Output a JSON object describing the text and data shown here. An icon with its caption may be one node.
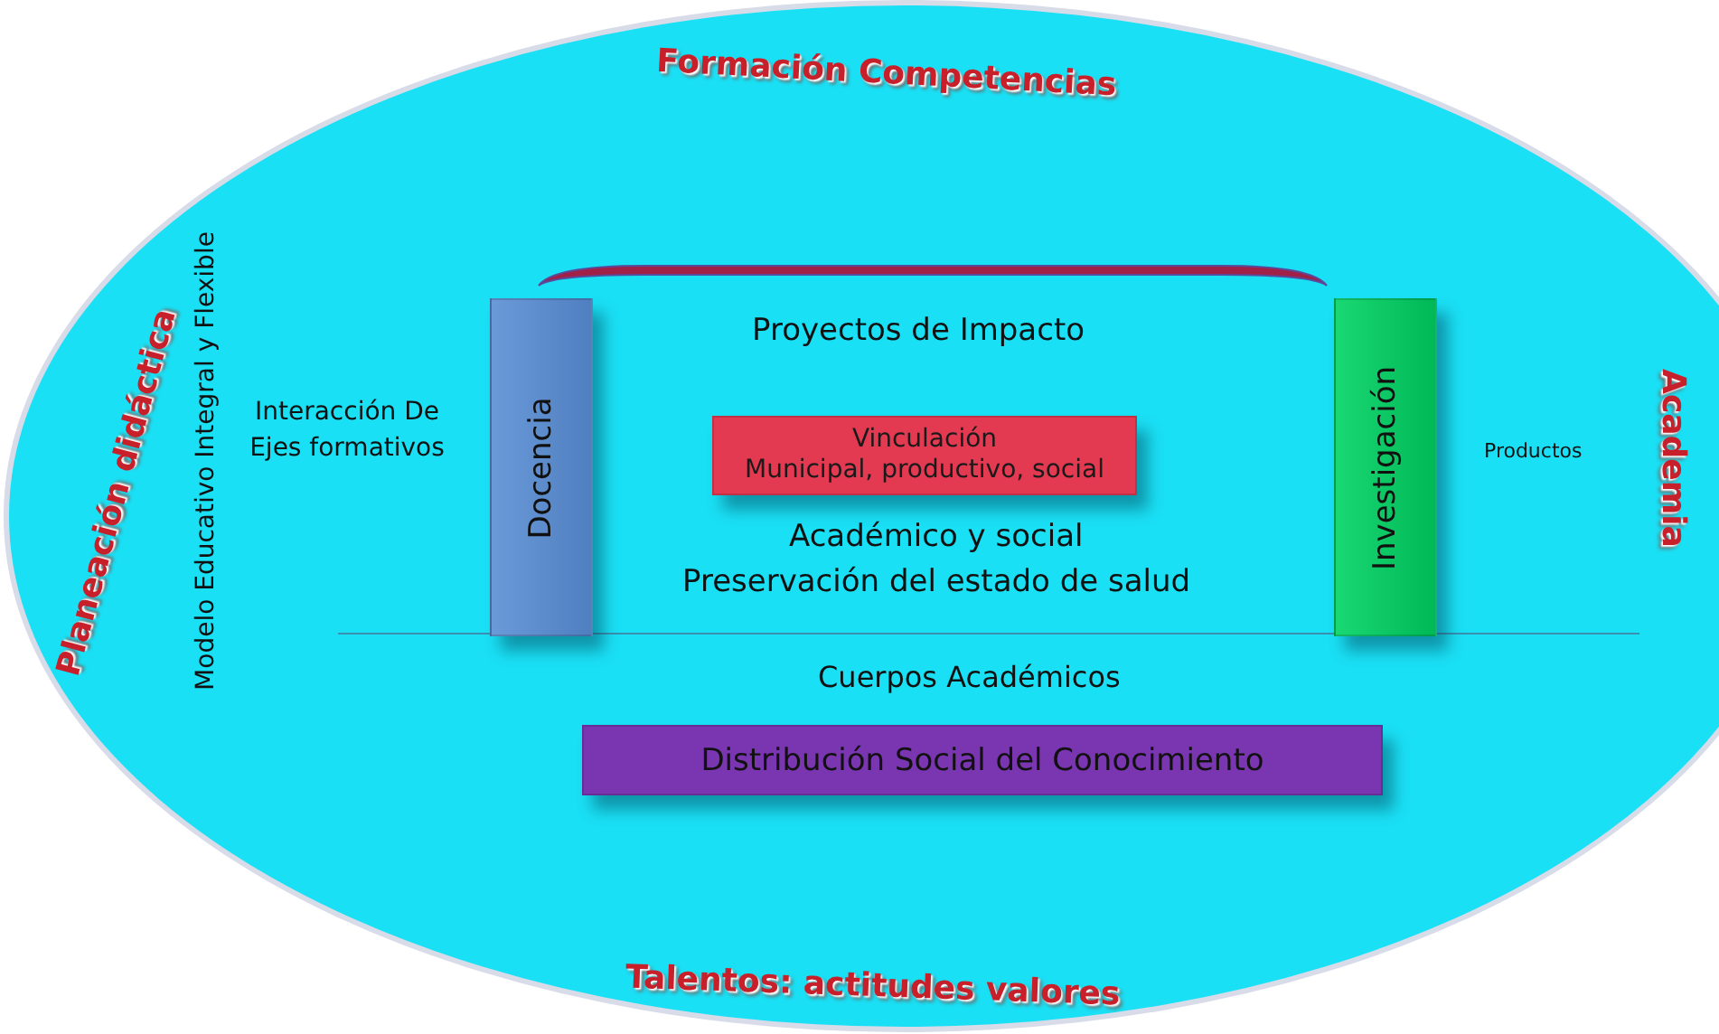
{
  "diagram": {
    "nodes": [
      {
        "text": [
          "Formación Competencias",
          "Planeación didáctica",
          "Academia",
          "Talentos: actitudes valores"
        ]
      },
      {
        "text": [
          "Docencia"
        ],
        "in": 0
      },
      {
        "text": [
          "Vinculación",
          "Municipal, productivo, social"
        ],
        "in": 0
      },
      {
        "text": [
          "Investigación"
        ],
        "in": 0
      },
      {
        "text": [
          "Distribución Social del Conocimiento"
        ],
        "in": 0
      }
    ],
    "labels": [
      "Modelo Educativo Integral y Flexible",
      "Interacción De Ejes formativos",
      "Proyectos de Impacto",
      "Productos",
      "Académico y social",
      "Preservación del estado de salud",
      "Cuerpos Académicos"
    ]
  }
}
